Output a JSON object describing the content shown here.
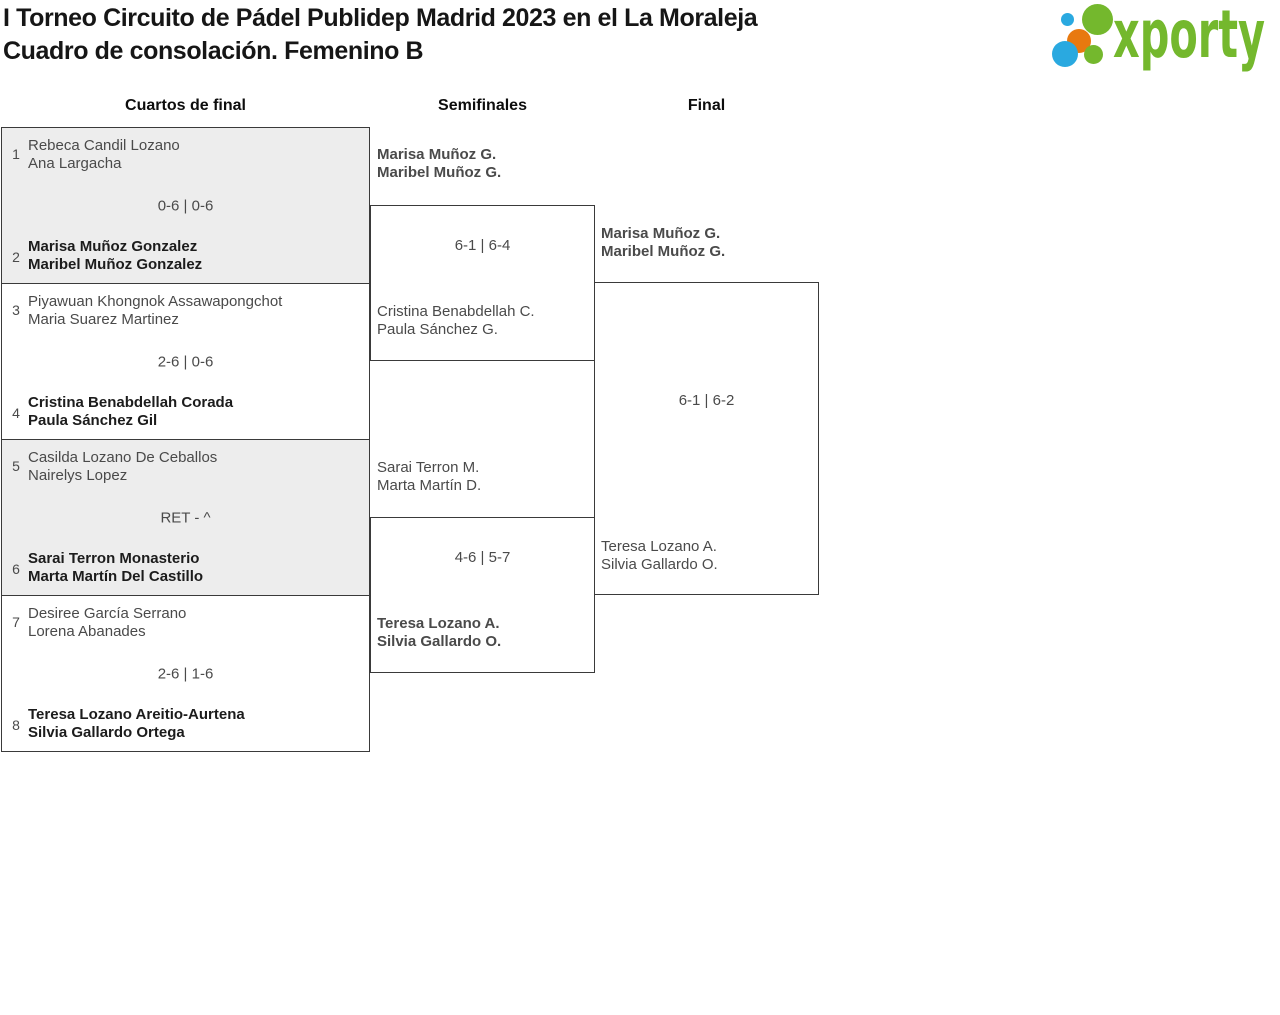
{
  "page": {
    "title_line1": "I Torneo Circuito de Pádel Publidep Madrid 2023 en el La Moraleja",
    "title_line2": "Cuadro de consolación. Femenino B"
  },
  "logo": {
    "text": "xporty",
    "colors": {
      "green": "#74b82d",
      "blue": "#2aa9e0",
      "orange": "#e8790f"
    }
  },
  "rounds": {
    "quarterfinals_label": "Cuartos de final",
    "semifinals_label": "Semifinales",
    "final_label": "Final"
  },
  "bracket": {
    "quarterfinals": [
      {
        "seed_top": "1",
        "team_top": {
          "line1": "Rebeca Candil Lozano",
          "line2": "Ana Largacha",
          "winner": false
        },
        "score": "0-6 | 0-6",
        "seed_bottom": "2",
        "team_bottom": {
          "line1": "Marisa Muñoz Gonzalez",
          "line2": "Maribel Muñoz Gonzalez",
          "winner": true
        }
      },
      {
        "seed_top": "3",
        "team_top": {
          "line1": "Piyawuan Khongnok Assawapongchot",
          "line2": "Maria Suarez Martinez",
          "winner": false
        },
        "score": "2-6 | 0-6",
        "seed_bottom": "4",
        "team_bottom": {
          "line1": "Cristina Benabdellah Corada",
          "line2": "Paula Sánchez Gil",
          "winner": true
        }
      },
      {
        "seed_top": "5",
        "team_top": {
          "line1": "Casilda Lozano De Ceballos",
          "line2": "Nairelys Lopez",
          "winner": false
        },
        "score": "RET - ^",
        "seed_bottom": "6",
        "team_bottom": {
          "line1": "Sarai Terron Monasterio",
          "line2": "Marta Martín Del Castillo",
          "winner": true
        }
      },
      {
        "seed_top": "7",
        "team_top": {
          "line1": "Desiree García Serrano",
          "line2": "Lorena Abanades",
          "winner": false
        },
        "score": "2-6 | 1-6",
        "seed_bottom": "8",
        "team_bottom": {
          "line1": "Teresa Lozano Areitio-Aurtena",
          "line2": "Silvia Gallardo Ortega",
          "winner": true
        }
      }
    ],
    "semifinals": [
      {
        "team_top": {
          "line1": "Marisa Muñoz G.",
          "line2": "Maribel Muñoz G.",
          "winner": true
        },
        "score": "6-1 | 6-4",
        "team_bottom": {
          "line1": "Cristina Benabdellah C.",
          "line2": "Paula Sánchez G.",
          "winner": false
        }
      },
      {
        "team_top": {
          "line1": "Sarai Terron M.",
          "line2": "Marta Martín D.",
          "winner": false
        },
        "score": "4-6 | 5-7",
        "team_bottom": {
          "line1": "Teresa Lozano A.",
          "line2": "Silvia Gallardo O.",
          "winner": true
        }
      }
    ],
    "final": {
      "team_top": {
        "line1": "Marisa Muñoz G.",
        "line2": "Maribel Muñoz G.",
        "winner": true
      },
      "score": "6-1 | 6-2",
      "team_bottom": {
        "line1": "Teresa Lozano A.",
        "line2": "Silvia Gallardo O.",
        "winner": false
      }
    }
  }
}
